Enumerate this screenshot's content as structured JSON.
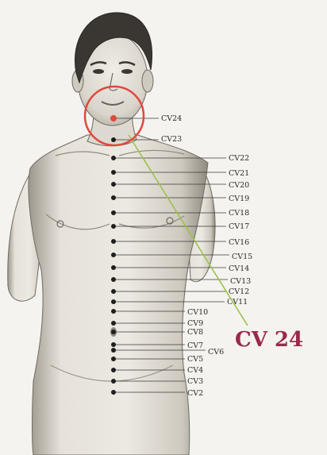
{
  "highlight": {
    "point": "CV24",
    "callout_text": "CV 24",
    "circle_color": "#e0483c",
    "dot_color": "#e0483c",
    "line_color": "#9bc24a",
    "callout_color": "#9a2a4a"
  },
  "points": [
    {
      "label": "CV24"
    },
    {
      "label": "CV23"
    },
    {
      "label": "CV22"
    },
    {
      "label": "CV21"
    },
    {
      "label": "CV20"
    },
    {
      "label": "CV19"
    },
    {
      "label": "CV18"
    },
    {
      "label": "CV17"
    },
    {
      "label": "CV16"
    },
    {
      "label": "CV15"
    },
    {
      "label": "CV14"
    },
    {
      "label": "CV13"
    },
    {
      "label": "CV12"
    },
    {
      "label": "CV11"
    },
    {
      "label": "CV10"
    },
    {
      "label": "CV9"
    },
    {
      "label": "CV8"
    },
    {
      "label": "CV7"
    },
    {
      "label": "CV6"
    },
    {
      "label": "CV5"
    },
    {
      "label": "CV4"
    },
    {
      "label": "CV3"
    },
    {
      "label": "CV2"
    }
  ]
}
